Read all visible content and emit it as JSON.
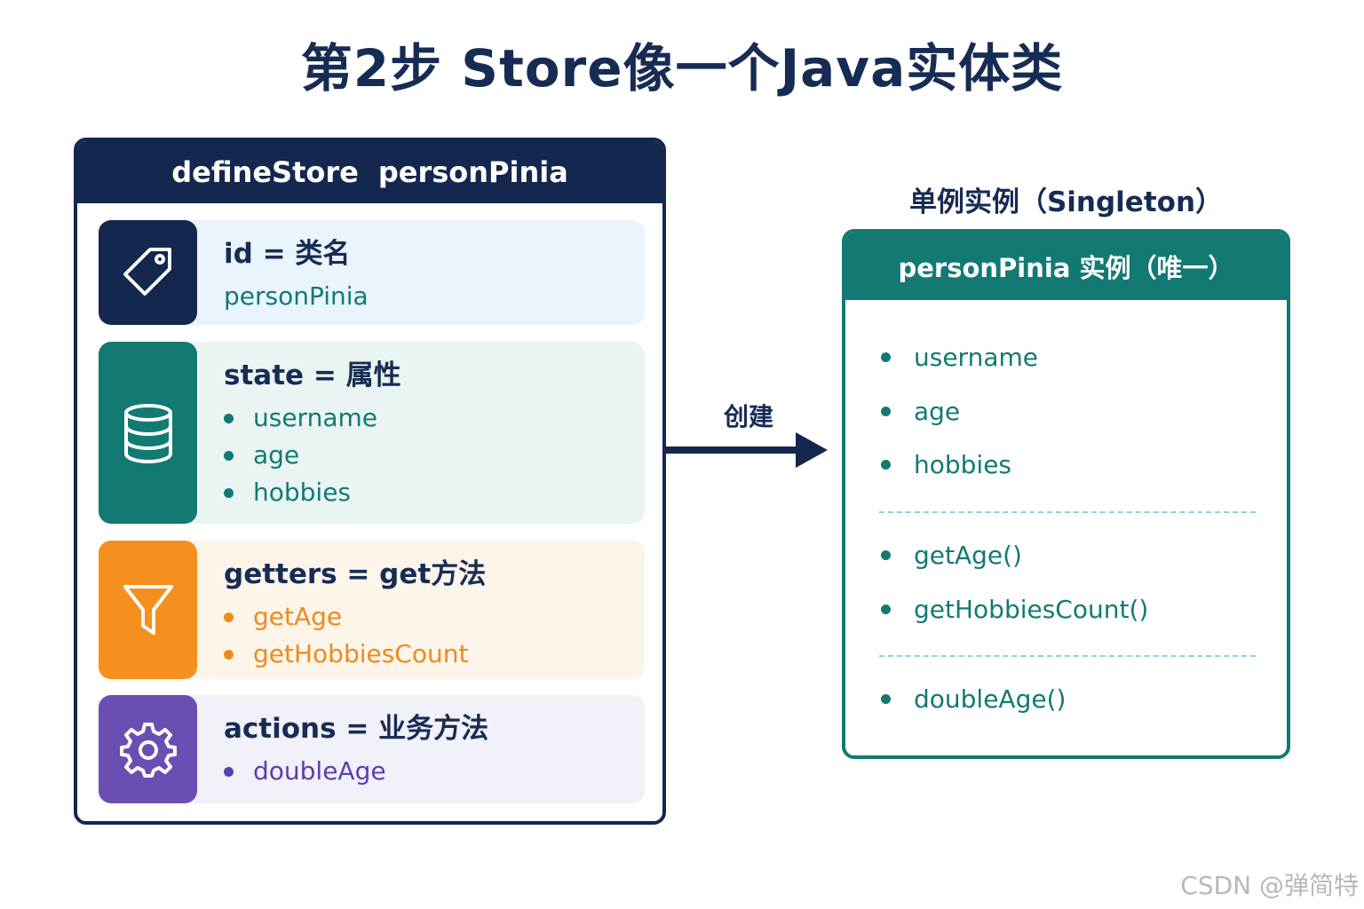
{
  "title": "第2步 Store像一个Java实体类",
  "store": {
    "header_left": "defineStore",
    "header_right": "personPinia",
    "id_row": {
      "heading": "id = 类名",
      "value": "personPinia",
      "icon": "tag-icon"
    },
    "state_row": {
      "heading": "state = 属性",
      "items": [
        "username",
        "age",
        "hobbies"
      ],
      "icon": "database-icon"
    },
    "getters_row": {
      "heading": "getters = get方法",
      "items": [
        "getAge",
        "getHobbiesCount"
      ],
      "icon": "filter-icon"
    },
    "actions_row": {
      "heading": "actions = 业务方法",
      "items": [
        "doubleAge"
      ],
      "icon": "gear-icon"
    }
  },
  "arrow_label": "创建",
  "singleton": {
    "caption": "单例实例（Singleton）",
    "header": "personPinia 实例（唯一）",
    "state_items": [
      "username",
      "age",
      "hobbies"
    ],
    "getter_items": [
      "getAge()",
      "getHobbiesCount()"
    ],
    "action_items": [
      "doubleAge()"
    ]
  },
  "watermark": "CSDN @弹简特",
  "colors": {
    "navy": "#13274f",
    "teal": "#127a72",
    "orange": "#f5901e",
    "purple": "#6a4fb3"
  }
}
